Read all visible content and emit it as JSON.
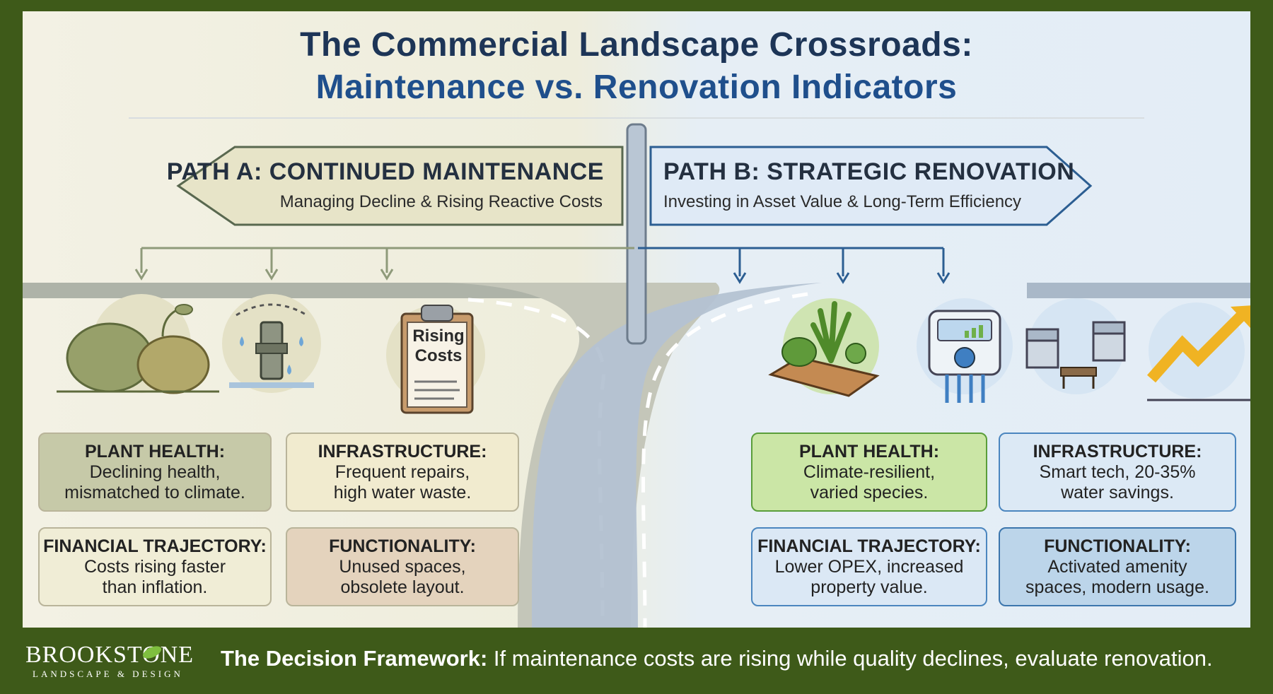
{
  "title": {
    "line1": "The Commercial Landscape Crossroads:",
    "line2": "Maintenance vs. Renovation Indicators"
  },
  "path_a": {
    "title": "PATH A: CONTINUED MAINTENANCE",
    "subtitle": "Managing Decline & Rising Reactive Costs",
    "icon_text": "Rising Costs",
    "cards": [
      {
        "title": "PLANT HEALTH:",
        "text": "Declining health,\nmismatched to climate.",
        "color": "#c6c9a8"
      },
      {
        "title": "INFRASTRUCTURE:",
        "text": "Frequent repairs,\nhigh water waste.",
        "color": "#f1ebcf"
      },
      {
        "title": "FINANCIAL TRAJECTORY:",
        "text": "Costs rising faster\nthan inflation.",
        "color": "#f0edd6"
      },
      {
        "title": "FUNCTIONALITY:",
        "text": "Unused spaces,\nobsolete layout.",
        "color": "#e4d3bd"
      }
    ]
  },
  "path_b": {
    "title": "PATH B: STRATEGIC RENOVATION",
    "subtitle": "Investing in Asset Value & Long-Term Efficiency",
    "cards": [
      {
        "title": "PLANT HEALTH:",
        "text": "Climate-resilient,\nvaried species.",
        "color": "#cbe6a6"
      },
      {
        "title": "INFRASTRUCTURE:",
        "text": "Smart tech, 20-35%\nwater savings.",
        "color": "#dce9f5"
      },
      {
        "title": "FINANCIAL TRAJECTORY:",
        "text": "Lower OPEX, increased\nproperty value.",
        "color": "#dbe8f5"
      },
      {
        "title": "FUNCTIONALITY:",
        "text": "Activated amenity\nspaces, modern usage.",
        "color": "#bcd5ea"
      }
    ]
  },
  "footer": {
    "logo_name": "BROOKSTONE",
    "logo_sub": "LANDSCAPE & DESIGN",
    "bold_text": "The Decision Framework:",
    "text": " If maintenance costs are rising while quality declines, evaluate renovation."
  },
  "colors": {
    "frame_green": "#3e5a19",
    "title_dark": "#1d3557",
    "title_blue": "#1f4f8c",
    "sign_a": "#e7e4c8",
    "sign_b": "#dfeaf6",
    "arrow_gold": "#f0b323"
  },
  "icons": [
    "shrub-icon",
    "sprinkler-icon",
    "clipboard-icon",
    "planter-icon",
    "smart-controller-icon",
    "patio-furniture-icon",
    "growth-arrow-icon",
    "leaf-icon"
  ]
}
